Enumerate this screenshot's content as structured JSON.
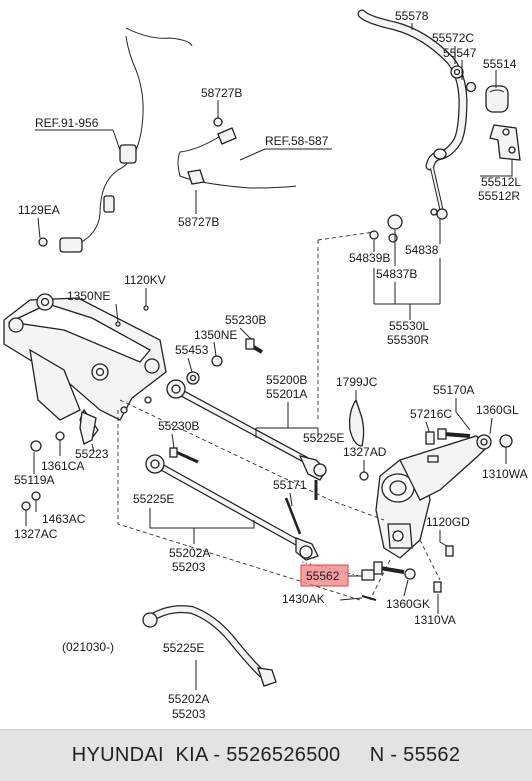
{
  "labels": {
    "l55578": "55578",
    "l55572c": "55572C",
    "l55547": "55547",
    "l55514": "55514",
    "l55512l": "55512L",
    "l55512r": "55512R",
    "l58727b_top": "58727B",
    "ref58587": "REF.58-587",
    "l58727b_bot": "58727B",
    "ref91956": "REF.91-956",
    "l1129ea": "1129EA",
    "l54839b": "54839B",
    "l54838": "54838",
    "l54837b": "54837B",
    "l55530l": "55530L",
    "l55530r": "55530R",
    "l1120kv": "1120KV",
    "l1350ne_a": "1350NE",
    "l55230b_a": "55230B",
    "l1350ne_b": "1350NE",
    "l55453": "55453",
    "l55200b": "55200B",
    "l55201a": "55201A",
    "l1799jc": "1799JC",
    "l55170a": "55170A",
    "l57216c": "57216C",
    "l1360gl": "1360GL",
    "l55223": "55223",
    "l1361ca": "1361CA",
    "l55119a": "55119A",
    "l1463ac": "1463AC",
    "l1327ac": "1327AC",
    "l55230b_b": "55230B",
    "l55225e_a": "55225E",
    "l1327ad": "1327AD",
    "l1310wa": "1310WA",
    "l55171": "55171",
    "l55225e_b": "55225E",
    "l1120gd": "1120GD",
    "l55202a_a": "55202A",
    "l55203_a": "55203",
    "l55562": "55562",
    "l1430ak": "1430AK",
    "l1360gk": "1360GK",
    "l1310va": "1310VA",
    "l021030": "(021030-)",
    "l55225e_c": "55225E",
    "l55202a_b": "55202A",
    "l55203_b": "55203"
  },
  "highlight_color": "#f08080",
  "footer": {
    "text": "HYUNDAI  KIA - 5526526500     N - 55562"
  }
}
